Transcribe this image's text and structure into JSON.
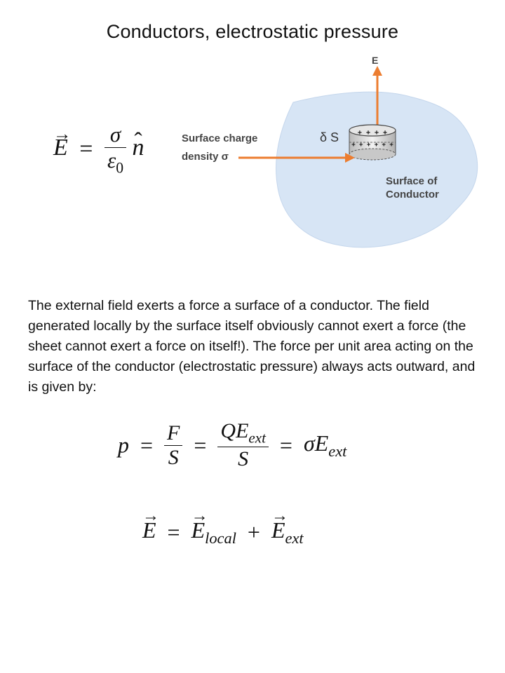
{
  "slide": {
    "title": "Conductors, electrostatic pressure"
  },
  "diagram": {
    "field_label": "E",
    "charge_label_line1": "Surface charge",
    "charge_label_line2": "density σ",
    "area_label": "δ S",
    "surface_label_line1": "Surface of",
    "surface_label_line2": "Conductor",
    "charges_top": "+ + + +",
    "charges_bottom": "+ + + + + +",
    "colors": {
      "conductor_fill": "#d7e5f5",
      "arrow": "#ec7d30",
      "label": "#444444"
    }
  },
  "formula_field": {
    "lhs": "E",
    "numerator": "σ",
    "denominator": "ε",
    "denominator_sub": "0",
    "unit_vector": "n"
  },
  "paragraph": {
    "text": "The external field exerts a force a surface of a conductor. The field generated locally by the surface itself obviously cannot exert a force (the sheet cannot exert a force on itself!). The force per unit area acting on the surface of the conductor (electrostatic pressure) always acts outward, and is given by:"
  },
  "formula_pressure": {
    "p": "p",
    "f_num": "F",
    "f_den": "S",
    "q": "QE",
    "q_sub": "ext",
    "q_den": "S",
    "sigma": "σE",
    "sigma_sub": "ext"
  },
  "formula_sum": {
    "lhs": "E",
    "term1": "E",
    "term1_sub": "local",
    "term2": "E",
    "term2_sub": "ext"
  }
}
